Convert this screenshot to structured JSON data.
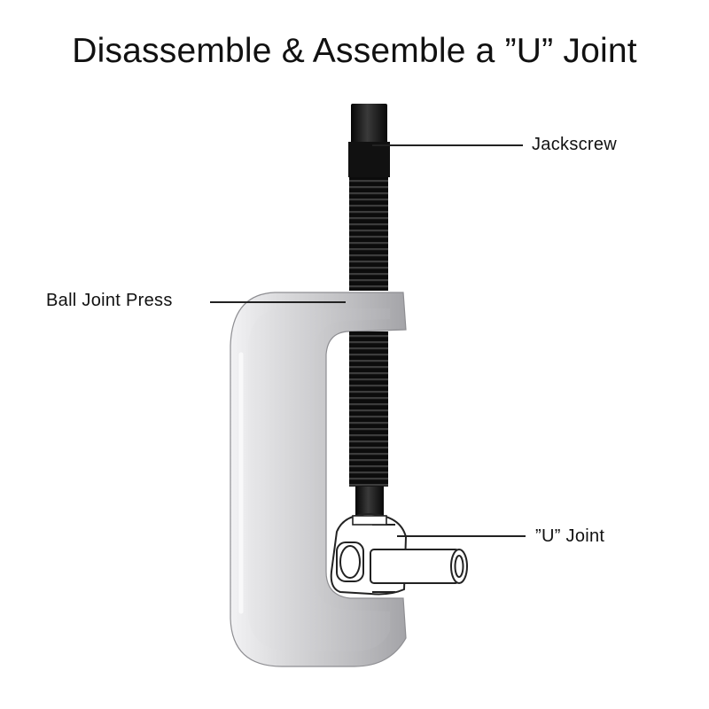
{
  "title": "Disassemble & Assemble a ”U” Joint",
  "callouts": {
    "jackscrew": "Jackscrew",
    "ball_joint_press": "Ball Joint Press",
    "u_joint": "”U” Joint"
  },
  "colors": {
    "press_body": "#c9c9cb",
    "press_highlight": "#f0f0f2",
    "press_shadow": "#9a9a9e",
    "screw": "#141414",
    "outline": "#222222"
  }
}
